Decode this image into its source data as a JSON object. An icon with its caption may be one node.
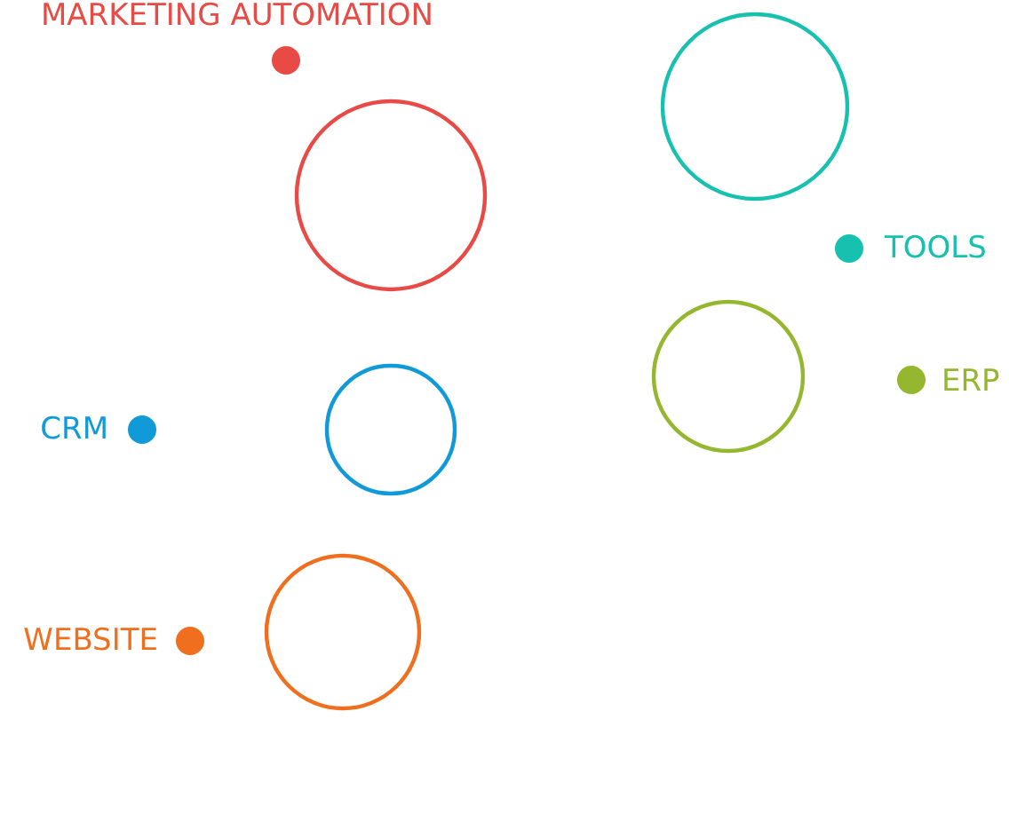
{
  "diagram": {
    "nodes": [
      {
        "text": [],
        "shape": "circle"
      },
      {
        "text": [],
        "shape": "circle"
      },
      {
        "text": [],
        "shape": "circle"
      },
      {
        "text": [],
        "shape": "circle"
      },
      {
        "text": [],
        "shape": "circle"
      }
    ],
    "labels": [
      "MARKETING AUTOMATION",
      "TOOLS",
      "ERP",
      "CRM",
      "WEBSITE"
    ]
  }
}
